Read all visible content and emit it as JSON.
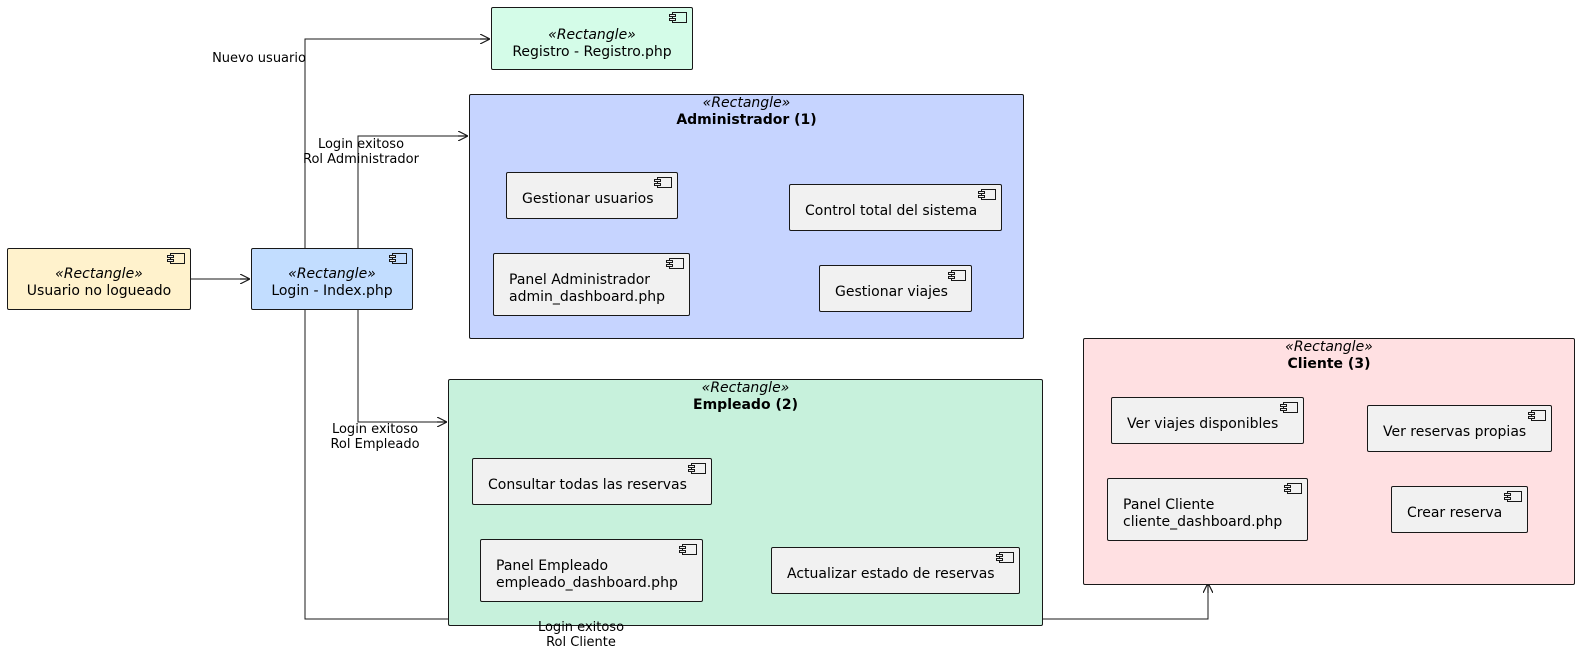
{
  "colors": {
    "usuario": "#FFF2CC",
    "login": "#C2DDFF",
    "registro": "#D4FCE8",
    "admin": "#C6D4FF",
    "empleado": "#C7F1DC",
    "cliente": "#FFE0E2",
    "component": "#F1F1F1",
    "line": "#181818"
  },
  "stereotype": "«Rectangle»",
  "nodes": {
    "usuario": {
      "label": "Usuario no logueado"
    },
    "login": {
      "label": "Login - Index.php"
    },
    "registro": {
      "label": "Registro - Registro.php"
    }
  },
  "groups": {
    "admin": {
      "title": "Administrador (1)",
      "components": {
        "gestionar_usuarios": "Gestionar usuarios",
        "control_total": "Control total del sistema",
        "panel_line1": "Panel Administrador",
        "panel_line2": "admin_dashboard.php",
        "gestionar_viajes": "Gestionar viajes"
      }
    },
    "empleado": {
      "title": "Empleado (2)",
      "components": {
        "consultar_reservas": "Consultar todas las reservas",
        "panel_line1": "Panel Empleado",
        "panel_line2": "empleado_dashboard.php",
        "actualizar_estado": "Actualizar estado de reservas"
      }
    },
    "cliente": {
      "title": "Cliente (3)",
      "components": {
        "ver_viajes": "Ver viajes disponibles",
        "ver_reservas": "Ver reservas propias",
        "panel_line1": "Panel Cliente",
        "panel_line2": "cliente_dashboard.php",
        "crear_reserva": "Crear reserva"
      }
    }
  },
  "edges": {
    "nuevo_usuario": "Nuevo usuario",
    "login_admin_1": "Login exitoso",
    "login_admin_2": "Rol Administrador",
    "login_empleado_1": "Login exitoso",
    "login_empleado_2": "Rol Empleado",
    "login_cliente_1": "Login exitoso",
    "login_cliente_2": "Rol Cliente"
  }
}
